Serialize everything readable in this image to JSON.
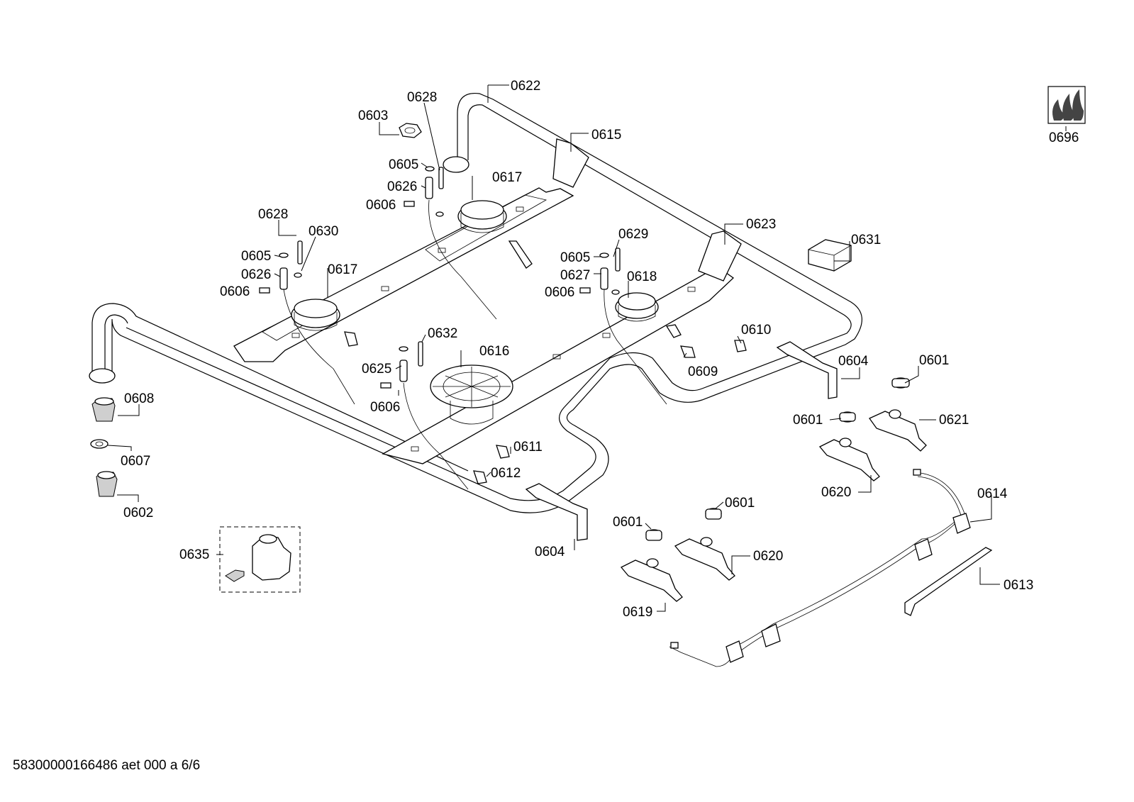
{
  "document": {
    "footer_code": "58300000166486 aet 000 a 6/6"
  },
  "labels": [
    {
      "id": "0622",
      "text": "0622"
    },
    {
      "id": "0628a",
      "text": "0628"
    },
    {
      "id": "0603",
      "text": "0603"
    },
    {
      "id": "0615",
      "text": "0615"
    },
    {
      "id": "0605a",
      "text": "0605"
    },
    {
      "id": "0617a",
      "text": "0617"
    },
    {
      "id": "0626a",
      "text": "0626"
    },
    {
      "id": "0606a",
      "text": "0606"
    },
    {
      "id": "0696",
      "text": "0696"
    },
    {
      "id": "0628b",
      "text": "0628"
    },
    {
      "id": "0630",
      "text": "0630"
    },
    {
      "id": "0623",
      "text": "0623"
    },
    {
      "id": "0605b",
      "text": "0605"
    },
    {
      "id": "0629",
      "text": "0629"
    },
    {
      "id": "0631",
      "text": "0631"
    },
    {
      "id": "0626b",
      "text": "0626"
    },
    {
      "id": "0617b",
      "text": "0617"
    },
    {
      "id": "0605c",
      "text": "0605"
    },
    {
      "id": "0606b",
      "text": "0606"
    },
    {
      "id": "0627",
      "text": "0627"
    },
    {
      "id": "0618",
      "text": "0618"
    },
    {
      "id": "0606c",
      "text": "0606"
    },
    {
      "id": "0632",
      "text": "0632"
    },
    {
      "id": "0610",
      "text": "0610"
    },
    {
      "id": "0616",
      "text": "0616"
    },
    {
      "id": "0625",
      "text": "0625"
    },
    {
      "id": "0609",
      "text": "0609"
    },
    {
      "id": "0604a",
      "text": "0604"
    },
    {
      "id": "0601a",
      "text": "0601"
    },
    {
      "id": "0608",
      "text": "0608"
    },
    {
      "id": "0606d",
      "text": "0606"
    },
    {
      "id": "0601b",
      "text": "0601"
    },
    {
      "id": "0621",
      "text": "0621"
    },
    {
      "id": "0611",
      "text": "0611"
    },
    {
      "id": "0607",
      "text": "0607"
    },
    {
      "id": "0612",
      "text": "0612"
    },
    {
      "id": "0620a",
      "text": "0620"
    },
    {
      "id": "0614",
      "text": "0614"
    },
    {
      "id": "0602",
      "text": "0602"
    },
    {
      "id": "0601c",
      "text": "0601"
    },
    {
      "id": "0601d",
      "text": "0601"
    },
    {
      "id": "0635",
      "text": "0635"
    },
    {
      "id": "0604b",
      "text": "0604"
    },
    {
      "id": "0620b",
      "text": "0620"
    },
    {
      "id": "0613",
      "text": "0613"
    },
    {
      "id": "0619",
      "text": "0619"
    }
  ]
}
